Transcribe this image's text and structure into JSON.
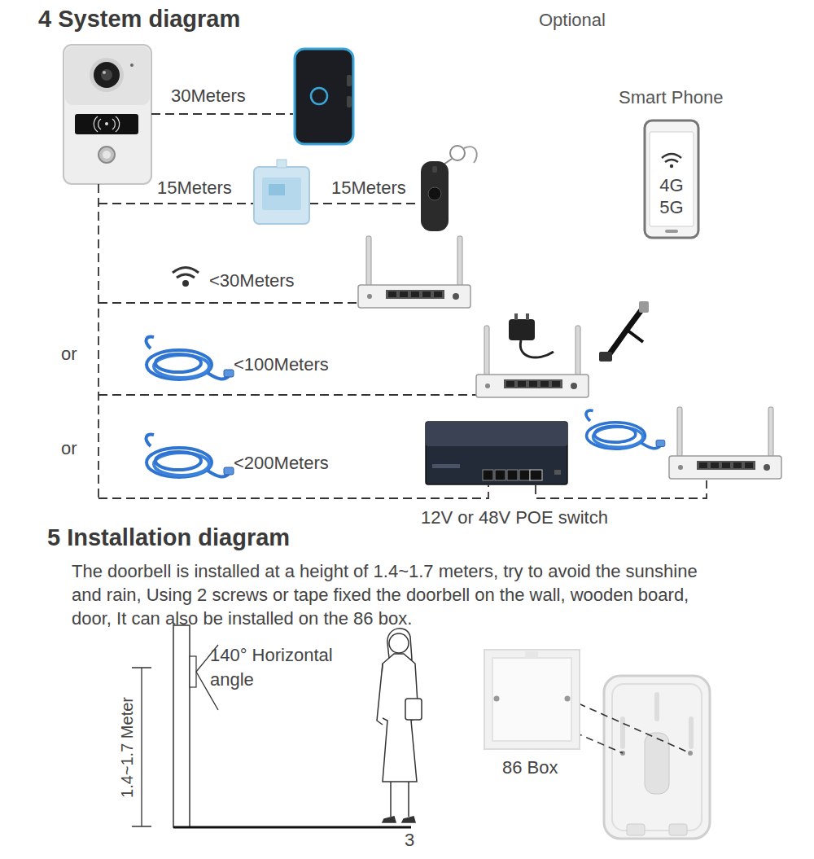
{
  "diagram": {
    "title": "4 System diagram",
    "nodes": [
      {
        "text": [
          "Smart Phone",
          "4G 5G"
        ]
      },
      {
        "text": [
          "12V or 48V POE switch"
        ]
      },
      {
        "text": [
          "86 Box"
        ]
      }
    ],
    "labels": [
      "Optional",
      "30Meters",
      "15Meters",
      "15Meters",
      "<30Meters",
      "or",
      "<100Meters",
      "or",
      "<200Meters",
      "5 Installation diagram",
      "The doorbell is installed at a height of 1.4~1.7 meters, try to avoid the sunshine and rain, Using 2 screws or tape fixed the doorbell on the wall, wooden board, door, It can also be installed on the 86 box.",
      "140° Horizontal angle",
      "1.4~1.7 Meter",
      "3"
    ]
  }
}
